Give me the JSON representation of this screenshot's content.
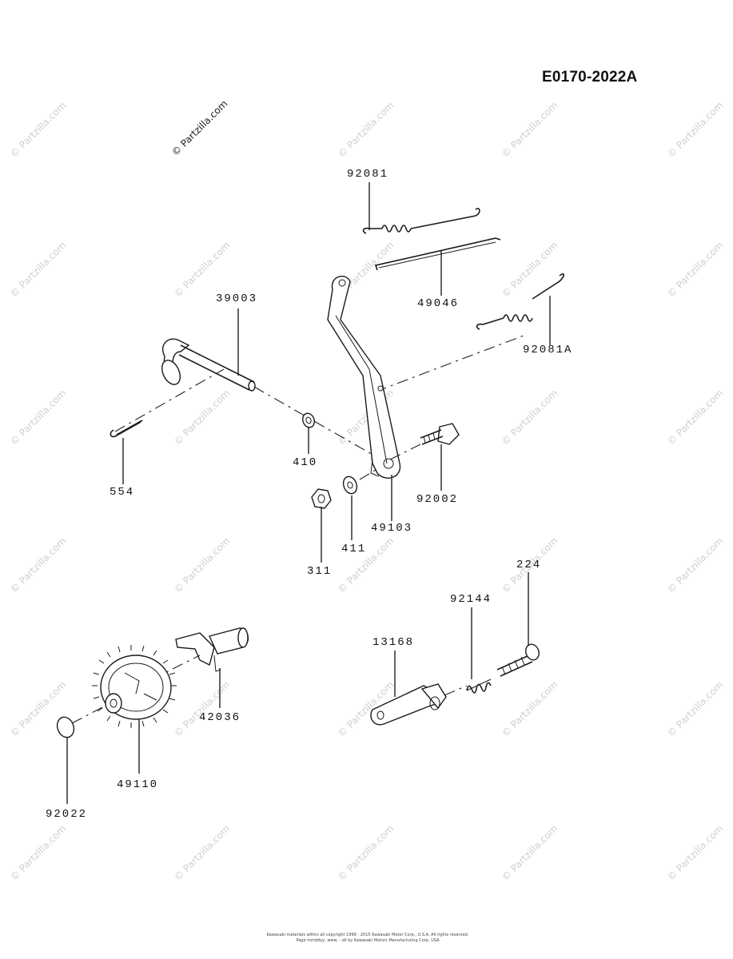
{
  "diagram_code": "E0170-2022A",
  "watermark": "© Partzilla.com",
  "footer": {
    "line1": "Kawasaki materials within all copyright 1998 - 2015 Kawasaki Motor Corp., U.S.A. All rights reserved.",
    "line2": "Page mmddyy, www. - all by Kawasaki Motors Manufacturing Corp. USA"
  },
  "parts": [
    {
      "id": "92081",
      "label": "92081"
    },
    {
      "id": "49046",
      "label": "49046"
    },
    {
      "id": "92081A",
      "label": "92081A"
    },
    {
      "id": "39003",
      "label": "39003"
    },
    {
      "id": "554",
      "label": "554"
    },
    {
      "id": "410",
      "label": "410"
    },
    {
      "id": "92002",
      "label": "92002"
    },
    {
      "id": "49103",
      "label": "49103"
    },
    {
      "id": "411",
      "label": "411"
    },
    {
      "id": "311",
      "label": "311"
    },
    {
      "id": "224",
      "label": "224"
    },
    {
      "id": "92144",
      "label": "92144"
    },
    {
      "id": "13168",
      "label": "13168"
    },
    {
      "id": "42036",
      "label": "42036"
    },
    {
      "id": "49110",
      "label": "49110"
    },
    {
      "id": "92022",
      "label": "92022"
    }
  ]
}
